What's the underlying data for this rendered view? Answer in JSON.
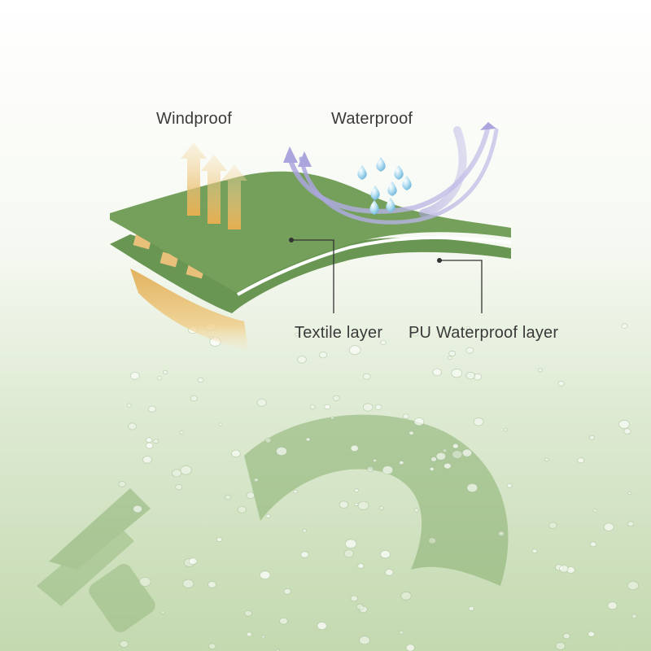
{
  "diagram": {
    "labels": {
      "windproof": "Windproof",
      "waterproof": "Waterproof",
      "textile_layer": "Textile layer",
      "pu_layer": "PU Waterproof layer"
    },
    "colors": {
      "fabric_green": "#6f9a58",
      "fabric_edge": "#ffffff",
      "wind_arrow_gold": "#e2a94a",
      "water_drop_blue": "#8fcbe8",
      "airflow_lavender": "#b7b3e0",
      "background_top": "#ffffff",
      "background_bottom": "#c2d9ad",
      "leader_line": "#333333"
    },
    "icons": [
      "wind-arrow-icon",
      "water-drop-icon",
      "airflow-arrow-icon",
      "logo-watermark"
    ]
  }
}
